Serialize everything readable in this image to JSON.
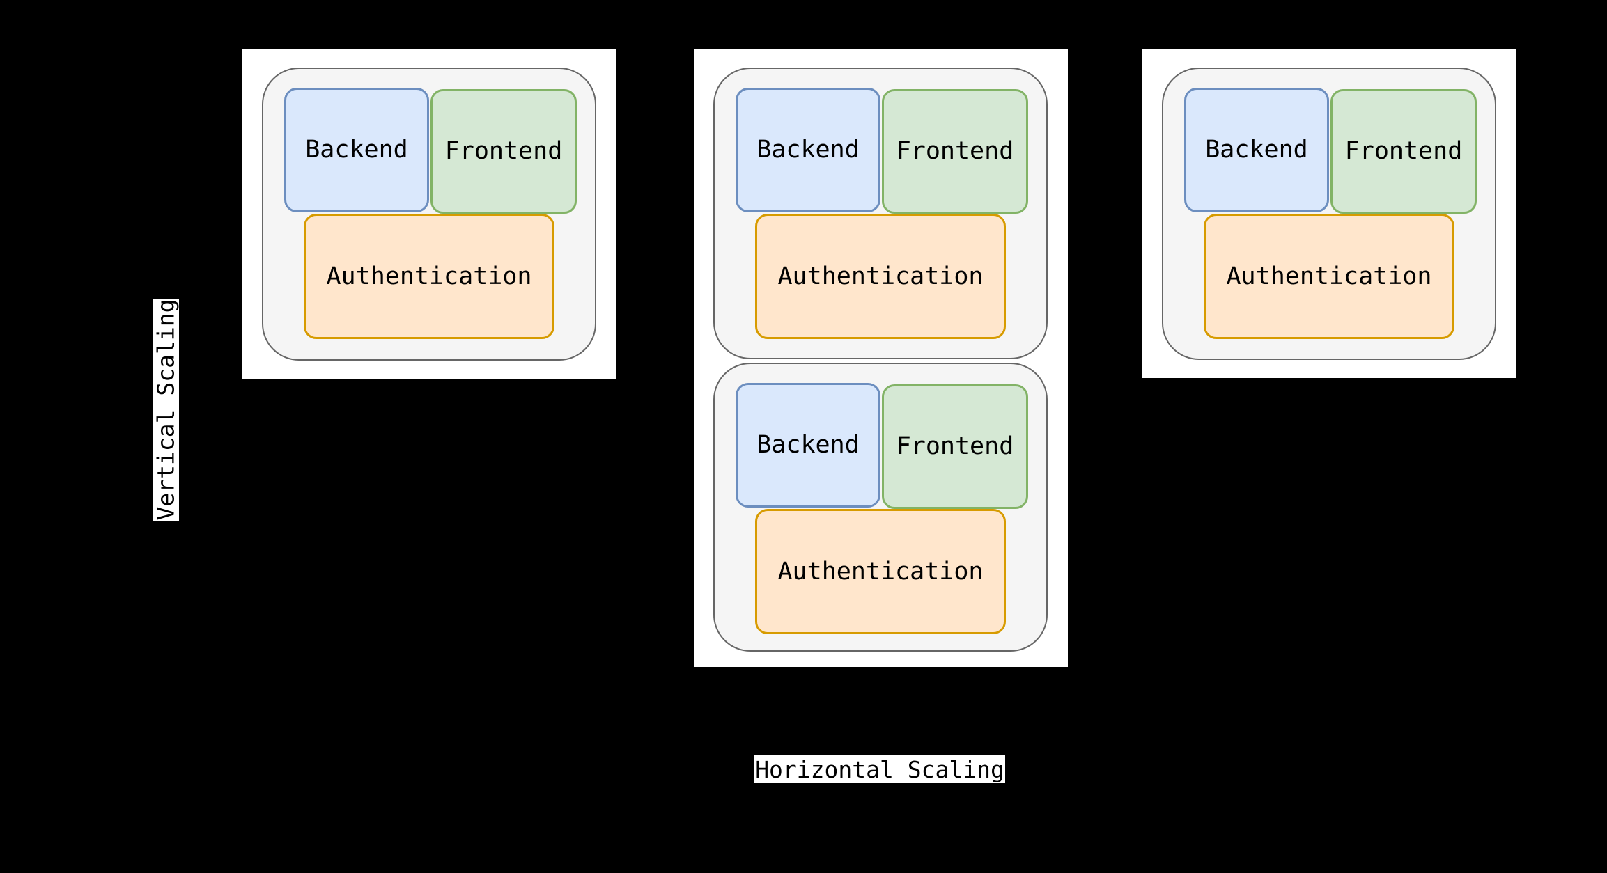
{
  "diagram": {
    "axis_labels": {
      "vertical": "Vertical Scaling",
      "horizontal": "Horizontal Scaling"
    },
    "node_labels": {
      "backend": "Backend",
      "frontend": "Frontend",
      "authentication": "Authentication"
    },
    "panels": [
      {
        "position": "left",
        "server_groups": 1
      },
      {
        "position": "middle",
        "server_groups": 2
      },
      {
        "position": "right",
        "server_groups": 1
      }
    ],
    "colors": {
      "page_background": "#000000",
      "panel_background": "#ffffff",
      "server_group_fill": "#f5f5f5",
      "server_group_stroke": "#666666",
      "backend_fill": "#dae8fc",
      "backend_stroke": "#6c8ebf",
      "frontend_fill": "#d5e8d4",
      "frontend_stroke": "#82b366",
      "authentication_fill": "#ffe6cc",
      "authentication_stroke": "#d79b00",
      "text": "#000000"
    }
  }
}
